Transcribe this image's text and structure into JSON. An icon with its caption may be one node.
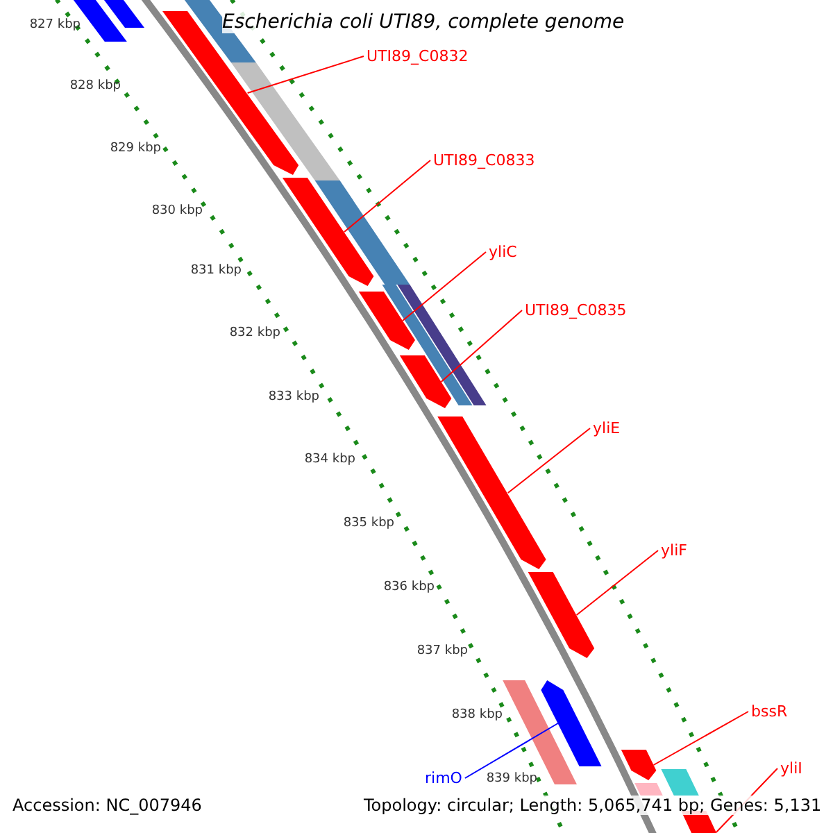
{
  "diagram": {
    "title": "Escherichia coli UTI89, complete genome",
    "nodes": [
      {
        "text": [
          "UTI89_C0832"
        ]
      },
      {
        "text": [
          "UTI89_C0833"
        ]
      },
      {
        "text": [
          "yliC"
        ]
      },
      {
        "text": [
          "UTI89_C0835"
        ]
      },
      {
        "text": [
          "yliE"
        ]
      },
      {
        "text": [
          "yliF"
        ]
      },
      {
        "text": [
          "bssR"
        ]
      },
      {
        "text": [
          "yliI"
        ]
      },
      {
        "text": [
          "rimO"
        ]
      },
      {
        "text": [],
        "shape": "bar"
      },
      {
        "text": [],
        "shape": "bar"
      },
      {
        "text": [],
        "shape": "bar"
      },
      {
        "text": [],
        "shape": "bar"
      },
      {
        "text": [],
        "shape": "bar"
      },
      {
        "text": [],
        "shape": "bar"
      },
      {
        "text": [],
        "shape": "bar"
      },
      {
        "text": [],
        "shape": "bar"
      },
      {
        "text": [],
        "shape": "bar"
      },
      {
        "text": [],
        "shape": "bar"
      },
      {
        "text": [],
        "shape": "bar"
      },
      {
        "text": [],
        "shape": "bar"
      },
      {
        "text": [],
        "shape": "bar"
      },
      {
        "text": [],
        "shape": "bar"
      },
      {
        "text": [],
        "shape": "bar"
      },
      {
        "text": [],
        "shape": "bar"
      },
      {
        "text": [],
        "shape": "bar"
      },
      {
        "text": [],
        "shape": "bar"
      },
      {
        "text": [],
        "shape": "bar"
      }
    ],
    "edges": [
      {
        "from": 0,
        "to": 9,
        "arrow": "none"
      },
      {
        "from": 1,
        "to": 10,
        "arrow": "none"
      },
      {
        "from": 2,
        "to": 11,
        "arrow": "none"
      },
      {
        "from": 3,
        "to": 12,
        "arrow": "none"
      },
      {
        "from": 4,
        "to": 13,
        "arrow": "none"
      },
      {
        "from": 5,
        "to": 14,
        "arrow": "none"
      },
      {
        "from": 6,
        "to": 15,
        "arrow": "none"
      },
      {
        "from": 7,
        "to": 16,
        "arrow": "none"
      },
      {
        "from": 8,
        "to": 17,
        "arrow": "none",
        "color": "#0000ff"
      }
    ],
    "labels": [
      "827 kbp",
      "828 kbp",
      "829 kbp",
      "830 kbp",
      "831 kbp",
      "832 kbp",
      "833 kbp",
      "834 kbp",
      "835 kbp",
      "836 kbp",
      "837 kbp",
      "838 kbp",
      "839 kbp",
      "Accession: NC_007946",
      "Topology: circular; Length: 5,065,741 bp; Genes: 5,131"
    ]
  }
}
